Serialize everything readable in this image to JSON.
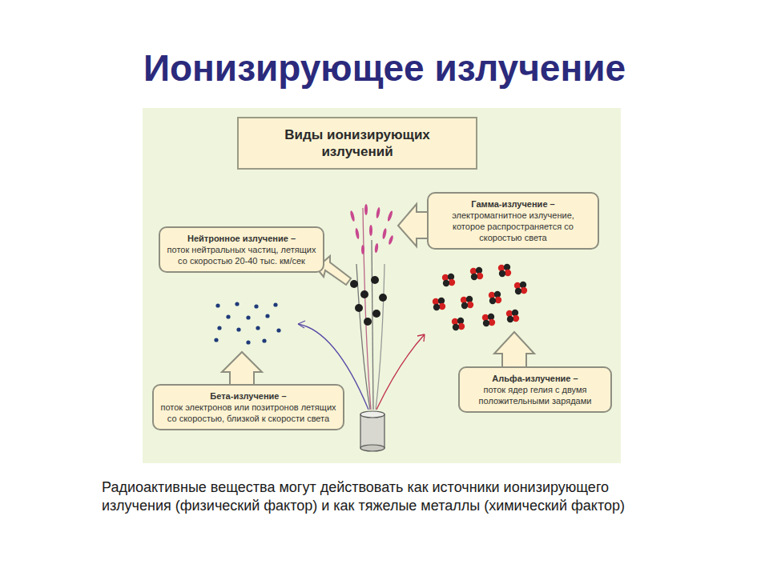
{
  "diagram": {
    "title": "Ионизирующее излучение",
    "caption": "Радиоактивные вещества могут действовать как источники ионизирующего излучения (физический фактор) и как тяжелые металлы (химический фактор)",
    "nodes": [
      {
        "text": [
          "Виды ионизирующих излучений"
        ]
      },
      {
        "text": [
          "Нейтронное излучение –",
          "поток нейтральных частиц, летящих со скоростью 20-40 тыс. км/сек"
        ]
      },
      {
        "text": [
          "Гамма-излучение –",
          "электромагнитное излучение, которое распространяется со скоростью света"
        ]
      },
      {
        "text": [
          "Бета-излучение –",
          "поток электронов или позитронов летящих со скоростью, близкой к скорости света"
        ]
      },
      {
        "text": [
          "Альфа-излучение –",
          "поток ядер гелия с двумя положительными зарядами"
        ]
      }
    ]
  }
}
